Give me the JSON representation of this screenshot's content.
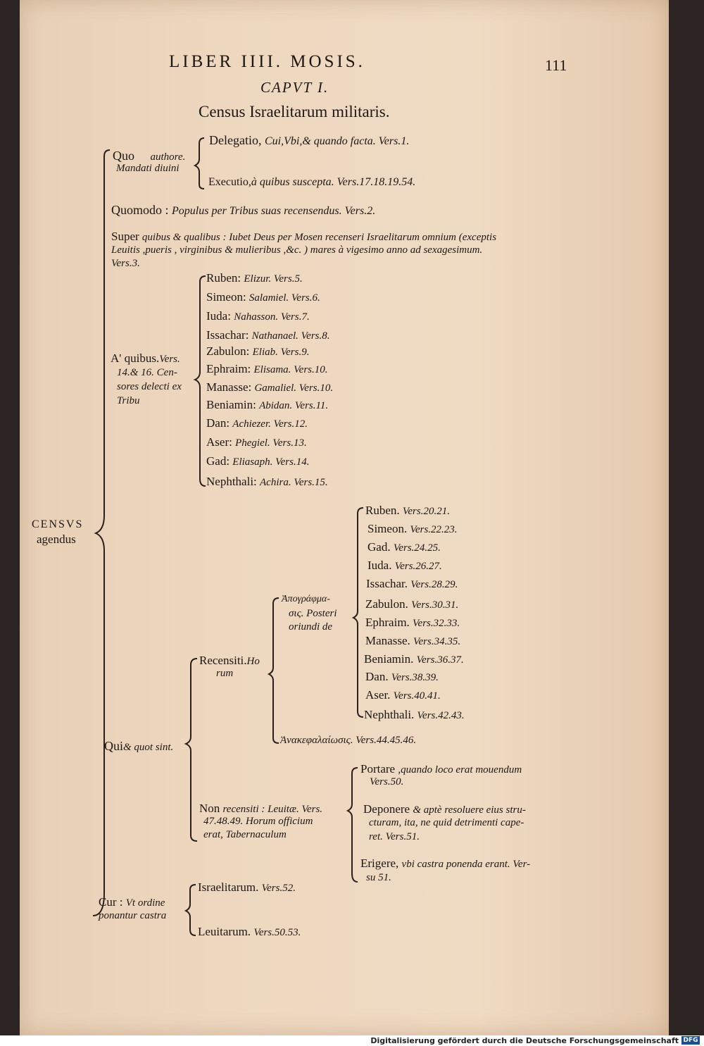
{
  "header": {
    "running_title": "LIBER IIII. MOSIS.",
    "page_number": "111",
    "caput": "CAPVT I.",
    "title": "Census Israelitarum militaris."
  },
  "root": {
    "l1": "CENSVS",
    "l2": "agendus"
  },
  "quo": {
    "label": "Quo",
    "label_it": "authore.",
    "sub": "Mandati diuini",
    "deleg": "Delegatio,",
    "deleg_it": "Cui,Vbi,& quando facta. Vers.1.",
    "exec": "Executio,",
    "exec_it": "à quibus suscepta. Vers.17.18.19.54."
  },
  "quomodo": {
    "label": "Quomodo :",
    "text": "Populus per Tribus suas recensendus. Vers.2."
  },
  "super": {
    "label": "Super",
    "l1": "quibus & qualibus : Iubet Deus per Mosen recenseri Israelitarum omnium (exceptis",
    "l2": "Leuitis ,pueris , virginibus & mulieribus ,&c. ) mares à vigesimo anno ad sexagesimum.",
    "l3": "Vers.3."
  },
  "aquibus": {
    "l1": "A' quibus.",
    "l1_it": "Vers.",
    "l2": "14.& 16. Cen-",
    "l3": "sores delecti ex",
    "l4": "Tribu"
  },
  "censores": [
    {
      "tribe": "Ruben:",
      "ref": "Elizur. Vers.5."
    },
    {
      "tribe": "Simeon:",
      "ref": "Salamiel. Vers.6."
    },
    {
      "tribe": "Iuda:",
      "ref": "Nahasson. Vers.7."
    },
    {
      "tribe": "Issachar:",
      "ref": "Nathanael. Vers.8."
    },
    {
      "tribe": "Zabulon:",
      "ref": "Eliab. Vers.9."
    },
    {
      "tribe": "Ephraim:",
      "ref": "Elisama. Vers.10."
    },
    {
      "tribe": "Manasse:",
      "ref": "Gamaliel. Vers.10."
    },
    {
      "tribe": "Beniamin:",
      "ref": "Abidan. Vers.11."
    },
    {
      "tribe": "Dan:",
      "ref": "Achiezer. Vers.12."
    },
    {
      "tribe": "Aser:",
      "ref": "Phegiel. Vers.13."
    },
    {
      "tribe": "Gad:",
      "ref": "Eliasaph. Vers.14."
    },
    {
      "tribe": "Nephthali:",
      "ref": "Achira. Vers.15."
    }
  ],
  "qui": {
    "label": "Qui",
    "label_it": "& quot sint."
  },
  "recensiti": {
    "l1": "Recensiti.",
    "l1_it": "Ho",
    "l2": "rum"
  },
  "apo": {
    "l1": "Ἀπογράφμα-",
    "l2": "σις. Posteri",
    "l3": "oriundi de"
  },
  "recensiti_tribes": [
    {
      "tribe": "Ruben.",
      "ref": "Vers.20.21."
    },
    {
      "tribe": "Simeon.",
      "ref": "Vers.22.23."
    },
    {
      "tribe": "Gad.",
      "ref": "Vers.24.25."
    },
    {
      "tribe": "Iuda.",
      "ref": "Vers.26.27."
    },
    {
      "tribe": "Issachar.",
      "ref": "Vers.28.29."
    },
    {
      "tribe": "Zabulon.",
      "ref": "Vers.30.31."
    },
    {
      "tribe": "Ephraim.",
      "ref": "Vers.32.33."
    },
    {
      "tribe": "Manasse.",
      "ref": "Vers.34.35."
    },
    {
      "tribe": "Beniamin.",
      "ref": "Vers.36.37."
    },
    {
      "tribe": "Dan.",
      "ref": "Vers.38.39."
    },
    {
      "tribe": "Aser.",
      "ref": "Vers.40.41."
    },
    {
      "tribe": "Nephthali.",
      "ref": "Vers.42.43."
    }
  ],
  "anakeph": "Ἀνακεφαλαίωσις. Vers.44.45.46.",
  "non": {
    "l1": "Non",
    "l1_it": "recensiti : Leuitæ. Vers.",
    "l2": "47.48.49. Horum officium",
    "l3": "erat, Tabernaculum"
  },
  "portare": {
    "l1": "Portare",
    "l1_it": ",quando loco erat mouendum",
    "l2": "Vers.50."
  },
  "deponere": {
    "l1": "Deponere",
    "l1_it": "& aptè resoluere eius stru-",
    "l2": "cturam, ita, ne quid detrimenti cape-",
    "l3": "ret. Vers.51."
  },
  "erigere": {
    "l1": "Erigere,",
    "l1_it": "vbi castra ponenda erant. Ver-",
    "l2": "su 51."
  },
  "cur": {
    "label": "Cur :",
    "l1_it": "Vt ordine",
    "l2": "ponantur castra"
  },
  "cur_items": [
    {
      "name": "Israelitarum.",
      "ref": "Vers.52."
    },
    {
      "name": "Leuitarum.",
      "ref": "Vers.50.53."
    }
  ],
  "footer": {
    "text": "Digitalisierung gefördert durch die Deutsche Forschungsgemeinschaft",
    "logo": "DFG"
  }
}
